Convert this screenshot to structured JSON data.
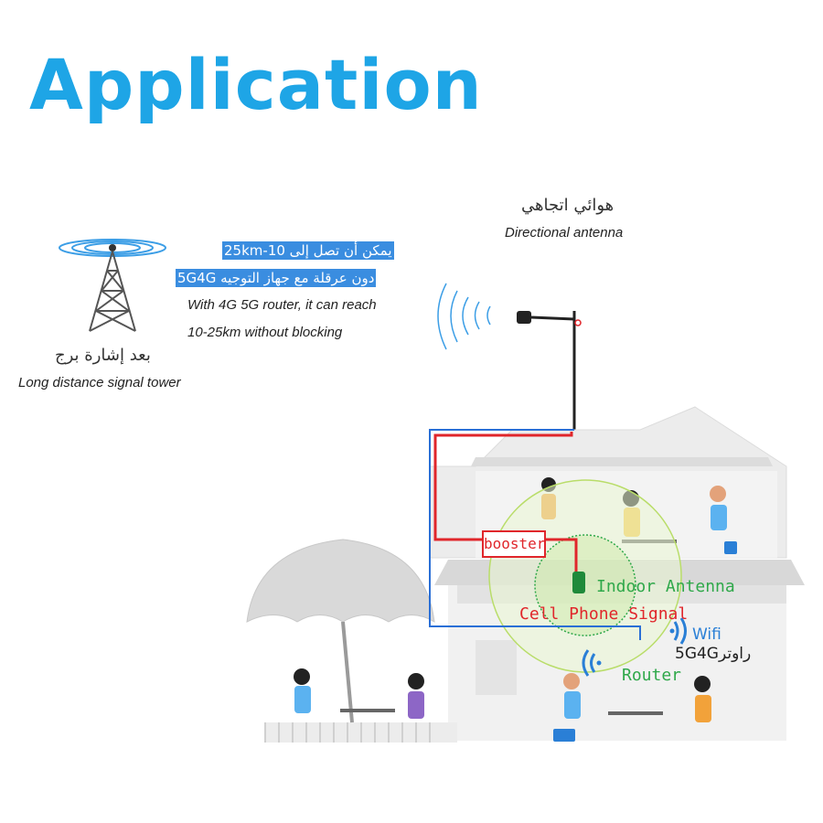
{
  "title": "Application",
  "tower": {
    "arabic_label": "بعد إشارة برج",
    "english_label": "Long distance signal tower"
  },
  "reach": {
    "arabic_line1": "يمكن أن تصل إلى 10-25km",
    "arabic_line2": "دون عرقلة مع جهاز التوجيه 5G4G",
    "english_line1": "With 4G 5G router, it can reach",
    "english_line2": "10-25km without blocking"
  },
  "antenna": {
    "arabic_label": "هوائي اتجاهي",
    "english_label": "Directional antenna"
  },
  "booster_label": "booster",
  "indoor_antenna_label": "Indoor Antenna",
  "cell_signal_label": "Cell Phone Signal",
  "wifi_label": "Wifi",
  "router_cn_label": "5G4Gراوتر",
  "router_label": "Router",
  "colors": {
    "title": "#1ea5e6",
    "arabic_highlight": "#3a8de0",
    "green": "#2fa84a",
    "red": "#e0262b",
    "blue_cable": "#2a6fd6",
    "house": "#e6e6e6"
  }
}
